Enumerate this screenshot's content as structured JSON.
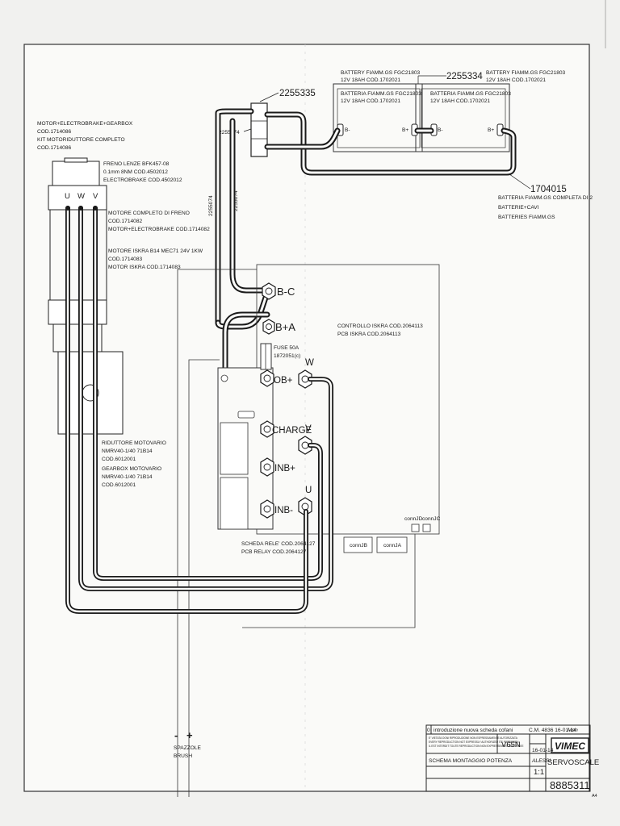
{
  "callouts": {
    "kit_2255335": "2255335",
    "kit_2255334": "2255334",
    "kit_1704015": "1704015",
    "kit_2255074": "2255074",
    "cable_2255074_a": "2255074",
    "cable_2255074_b": "2255074"
  },
  "battery_right": {
    "line1": "BATTERY FIAMM.GS FGC21803",
    "line2": "12V 18AH  COD.1702021",
    "inner1": "BATTERIA FIAMM.GS FGC21803",
    "inner2": "12V 18AH  COD.1702021"
  },
  "battery_left": {
    "line1": "BATTERY FIAMM.GS FGC21803",
    "line2": "12V 18AH  COD.1702021",
    "inner1": "BATTERIA FIAMM.GS FGC21803",
    "inner2": "12V 18AH  COD.1702021"
  },
  "battery_terminals": {
    "minus": "B-",
    "plus": "B+"
  },
  "battery_kit": {
    "line1": "BATTERIA FIAMM.GS COMPLETA DI 2",
    "line2": "BATTERIE+CAVI",
    "line3": "BATTERIES FIAMM.GS"
  },
  "motor_header": {
    "line1": "MOTOR+ELECTROBRAKE+GEARBOX",
    "line2": "COD.1714086",
    "line3": "KIT MOTORIDUTTORE COMPLETO",
    "line4": "COD.1714086"
  },
  "brake": {
    "line1": "FRENO LENZE BFK457-08",
    "line2": "0.1mm  8NM  COD.4502012",
    "line3": "ELECTROBRAKE  COD.4502012"
  },
  "motor_phases": {
    "u": "U",
    "w": "W",
    "v": "V"
  },
  "brake_motor": {
    "line1": "MOTORE COMPLETO DI FRENO",
    "line2": "COD.1714082",
    "line3": "MOTOR+ELECTROBRAKE  COD.1714082"
  },
  "iskra_motor": {
    "line1": "MOTORE ISKRA B14 MEC71 24V 1KW",
    "line2": "COD.1714083",
    "line3": "MOTOR ISKRA  COD.1714083"
  },
  "gearbox": {
    "line1": "RIDUTTORE MOTOVARIO",
    "line2": "NMRV40-1/40 71B14",
    "line3": "COD.6012001",
    "line4": "GEARBOX MOTOVARIO",
    "line5": "NMRV40-1/40 71B14",
    "line6": "COD.6012001"
  },
  "controller": {
    "bc": "B-C",
    "ba": "B+A",
    "fuse1": "FUSE 50A",
    "fuse2": "1872051(c)",
    "line1": "CONTROLLO ISKRA  COD.2064113",
    "line2": "PCB ISKRA  COD.2064113",
    "w": "W",
    "v": "V",
    "u": "U",
    "connjd": "connJD",
    "connjc": "connJC"
  },
  "relay_board": {
    "ob": "OB+",
    "charge": "CHARGE",
    "inb_plus": "INB+",
    "inb_minus": "INB-",
    "line1": "SCHEDA RELE' COD.2064127",
    "line2": "PCB RELAY COD.2064127",
    "connjb": "connJB",
    "connja": "connJA"
  },
  "brush": {
    "minus": "-",
    "plus": "+",
    "line1": "SPAZZOLE",
    "line2": "BRUSH"
  },
  "title_block": {
    "rev_no": "0",
    "revision": "introduzione nuova scheda cofani",
    "cm": "C.M. 4836 16-01-14",
    "signature": "Mon",
    "small1": "E' VIETATA OGNI RIPRODUZIONE NON ESPRESSAMENTE AUTORIZZATA",
    "small2": "EVERY REPRODUCTION NOT EXPRESSLY AUTHORIZED  ITS FORBIDDEN",
    "small3": "IL EST INTERDIT TOUTE REPRODUCTION NON EXPRESSEMENT AUTORISEE",
    "model": "V65N",
    "date": "16-01-14",
    "designer": "ALESSI",
    "title": "SCHEMA MONTAGGIO POTENZA",
    "scale": "1:1",
    "brand": "VIMEC",
    "sub_brand": "SERVOSCALE",
    "drawing_no": "8885311",
    "sheet": "A4"
  }
}
